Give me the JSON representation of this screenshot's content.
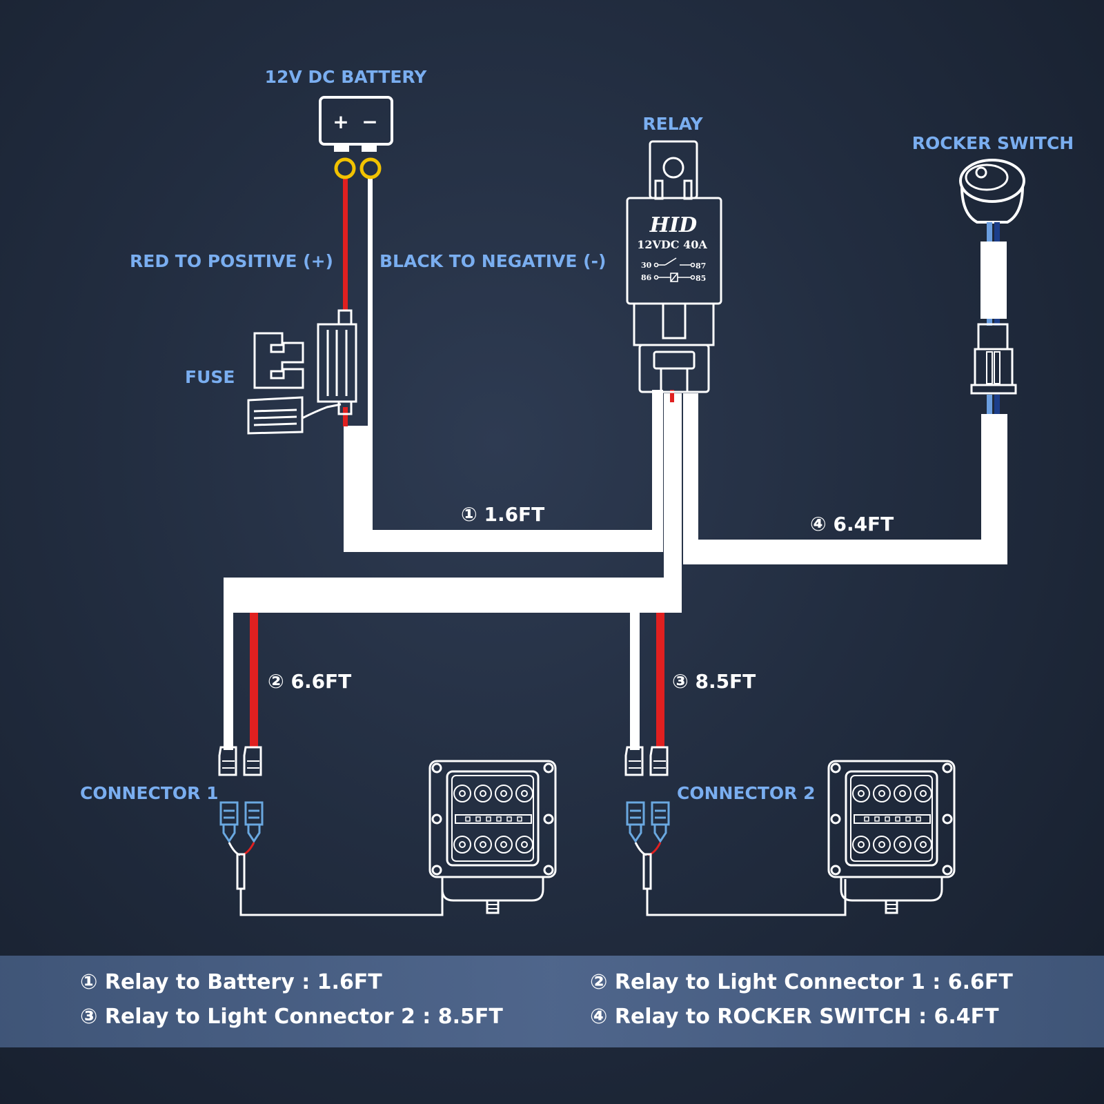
{
  "labels": {
    "battery": "12V DC BATTERY",
    "relay": "RELAY",
    "rocker_switch": "ROCKER SWITCH",
    "red_wire": "RED TO POSITIVE (+)",
    "black_wire": "BLACK TO NEGATIVE (-)",
    "fuse": "FUSE",
    "connector_1": "CONNECTOR 1",
    "connector_2": "CONNECTOR 2"
  },
  "battery": {
    "plus": "+",
    "minus": "−"
  },
  "relay_body": {
    "brand": "HID",
    "rating": "12VDC 40A",
    "pin_30": "30",
    "pin_87": "87",
    "pin_86": "86",
    "pin_85": "85"
  },
  "lengths": {
    "seg1": "① 1.6FT",
    "seg2": "② 6.6FT",
    "seg3": "③ 8.5FT",
    "seg4": "④ 6.4FT"
  },
  "legend": {
    "item1": "① Relay to Battery : 1.6FT",
    "item2": "② Relay to Light Connector 1 : 6.6FT",
    "item3": "③ Relay to Light Connector 2 : 8.5FT",
    "item4": "④ Relay to ROCKER SWITCH : 6.4FT"
  },
  "colors": {
    "label": "#7aaef0",
    "wire_red": "#e02020",
    "ring_terminal": "#f2c200",
    "connector_blue": "#6aa8e0",
    "harness": "#ffffff"
  }
}
